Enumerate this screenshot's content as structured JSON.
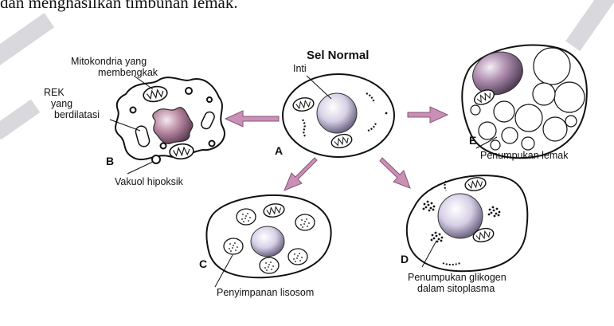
{
  "page": {
    "top_text_fragment": "dan menghasilkan timbunan lemak."
  },
  "diagram": {
    "title": "Sel Normal",
    "labels": {
      "nucleus": "Inti",
      "mitochondria": "Mitokondria yang membengkak",
      "rek": "REK yang berdilatasi",
      "vacuole": "Vakuol hipoksik",
      "fat": "Penumpukan lemak",
      "lysosome": "Penyimpanan lisosom",
      "glycogen": "Penumpukan glikogen dalam sitoplasma"
    },
    "label_lines": {
      "mito_1": "Mitokondria yang",
      "mito_2": "membengkak",
      "rek_1": "REK",
      "rek_2": "yang",
      "rek_3": "berdilatasi",
      "glyco_1": "Penumpukan glikogen",
      "glyco_2": "dalam sitoplasma"
    },
    "letters": {
      "a": "A",
      "b": "B",
      "c": "C",
      "d": "D",
      "e": "E"
    }
  },
  "colors": {
    "arrow": "#c98fb4",
    "arrow_stroke": "#8a5578",
    "watermark": "#d9d9dd"
  }
}
